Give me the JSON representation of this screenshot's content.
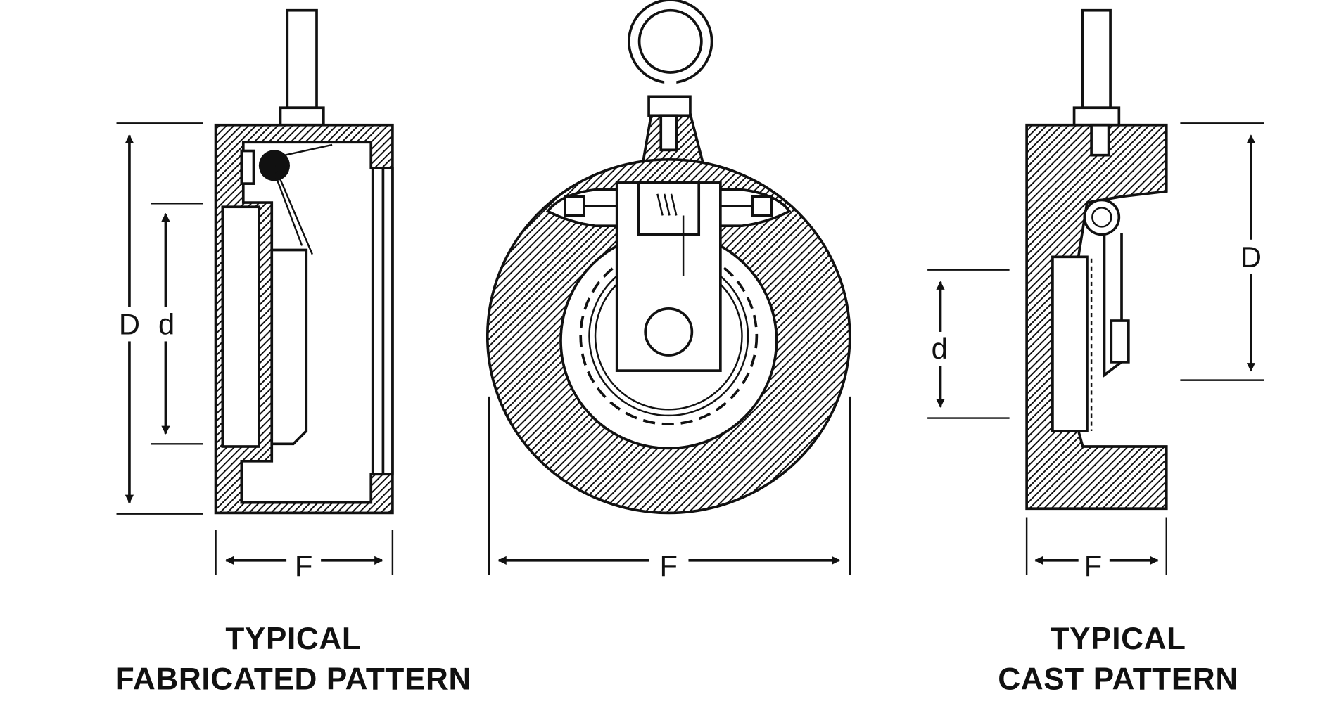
{
  "colors": {
    "ink": "#111111",
    "background": "#ffffff"
  },
  "views": {
    "fabricated": {
      "dim_D": "D",
      "dim_d": "d",
      "dim_F": "F",
      "caption_line1": "TYPICAL",
      "caption_line2": "FABRICATED PATTERN"
    },
    "front": {
      "dim_F": "F"
    },
    "cast": {
      "dim_D": "D",
      "dim_d": "d",
      "dim_F": "F",
      "caption_line1": "TYPICAL",
      "caption_line2": "CAST PATTERN"
    }
  }
}
